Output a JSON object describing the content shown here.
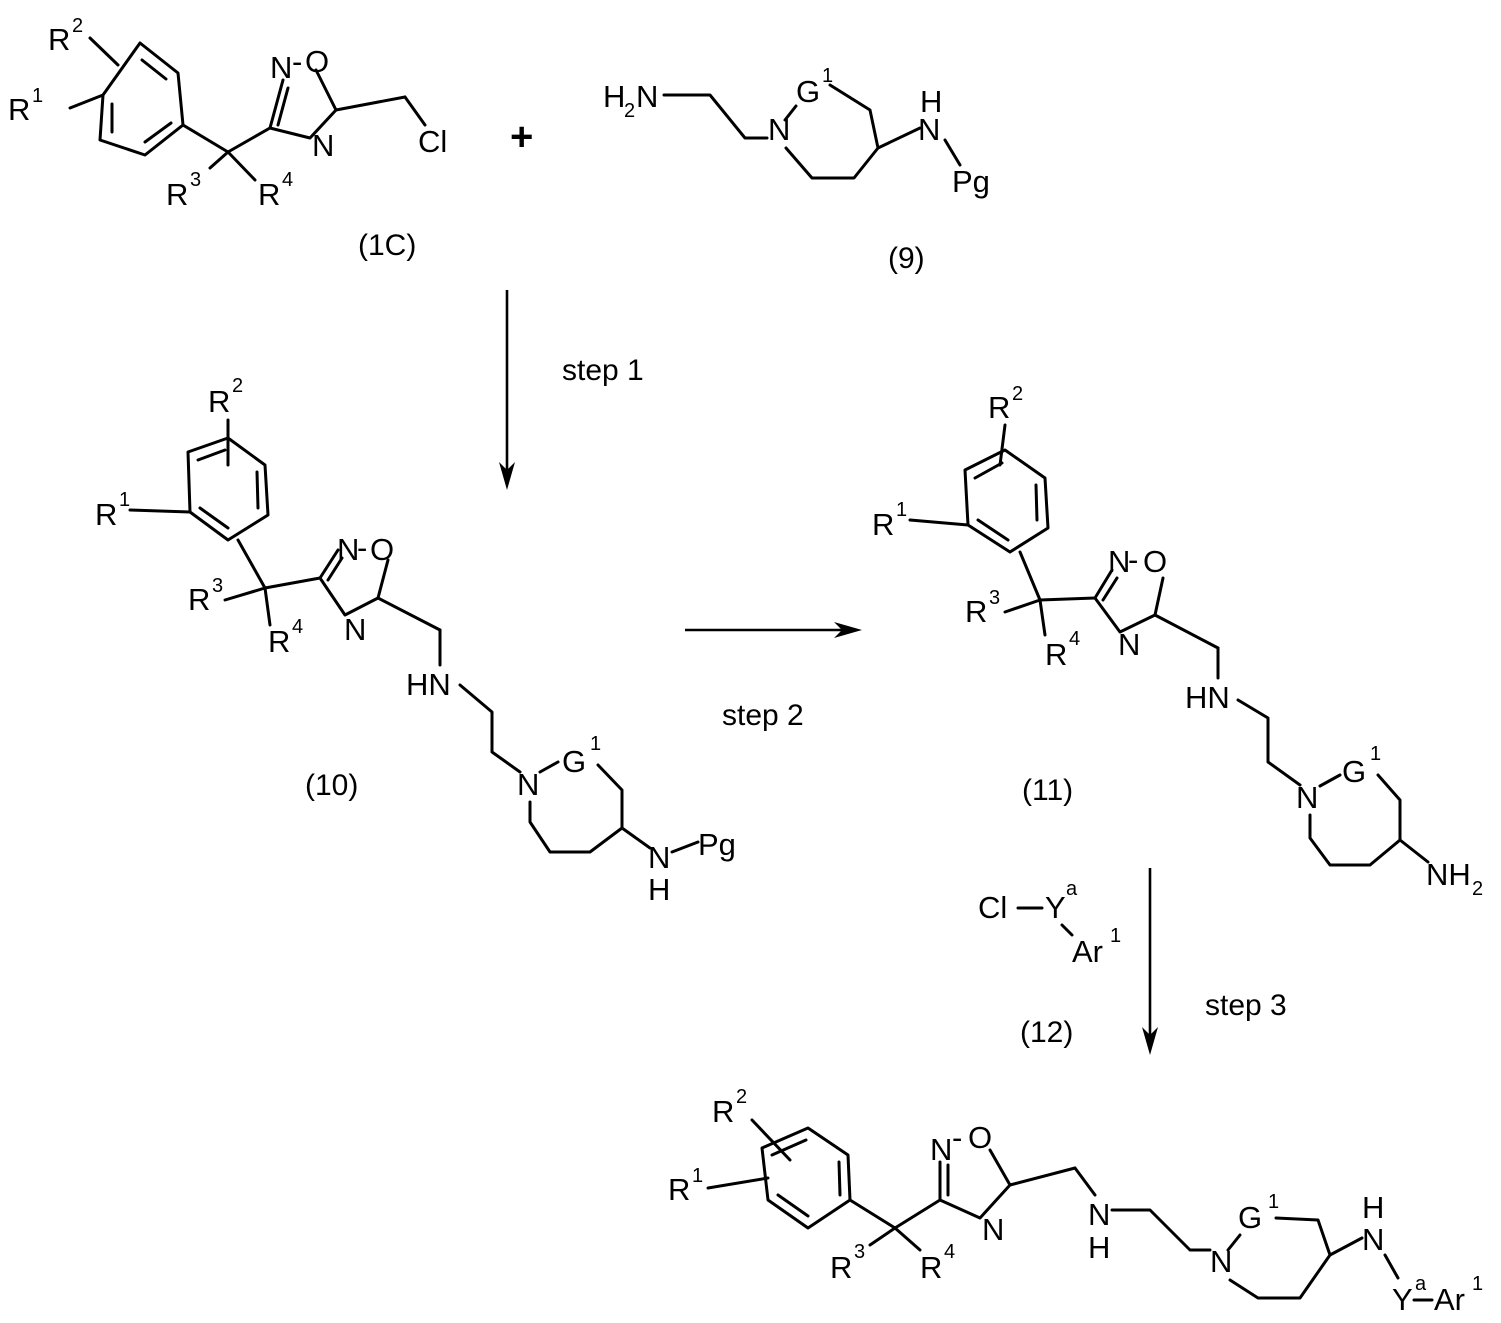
{
  "plus": "+",
  "compounds": {
    "c1C": {
      "label": "(1C)"
    },
    "c9": {
      "label": "(9)"
    },
    "c10": {
      "label": "(10)"
    },
    "c11": {
      "label": "(11)"
    },
    "c12": {
      "label": "(12)"
    }
  },
  "steps": {
    "step1": "step 1",
    "step2": "step 2",
    "step3": "step 3"
  },
  "atoms": {
    "R": "R",
    "N": "N",
    "O": "O",
    "Cl": "Cl",
    "H": "H",
    "HN": "HN",
    "G": "G",
    "Pg": "Pg",
    "Y": "Y",
    "Ar": "Ar",
    "NH": "NH",
    "one": "1",
    "two": "2",
    "three": "3",
    "four": "4",
    "a": "a"
  }
}
